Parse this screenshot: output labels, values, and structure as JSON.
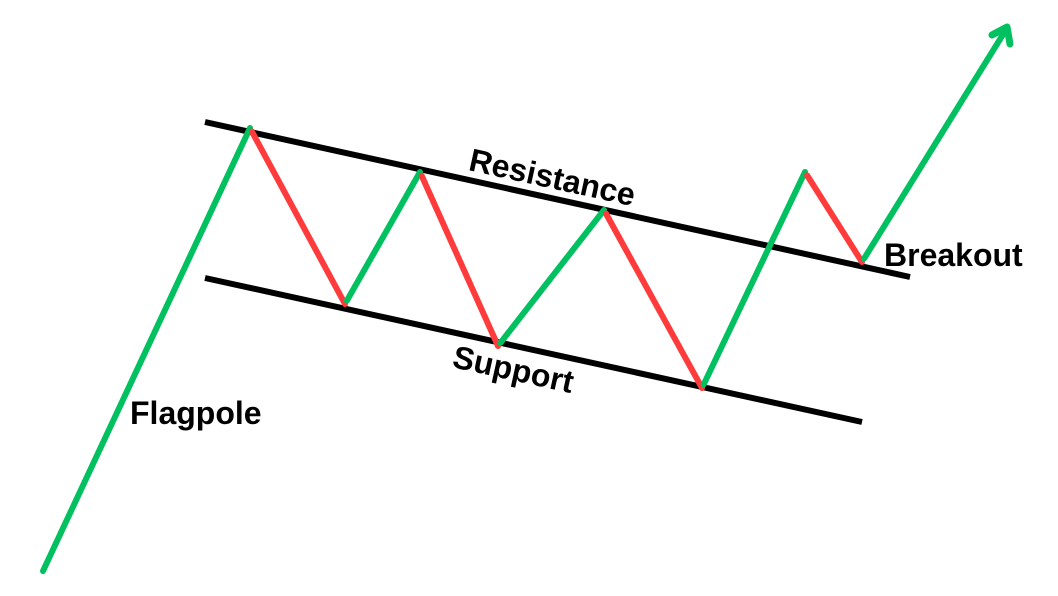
{
  "title": "Bull flag pattern",
  "labels": {
    "resistance": "Resistance",
    "support": "Support",
    "flagpole": "Flagpole",
    "breakout": "Breakout"
  },
  "colors": {
    "up": "#00c060",
    "down": "#ff3b3b",
    "trendline": "#000000"
  },
  "legs": [
    "up",
    "down",
    "up",
    "down",
    "up",
    "down",
    "up",
    "down",
    "up"
  ]
}
